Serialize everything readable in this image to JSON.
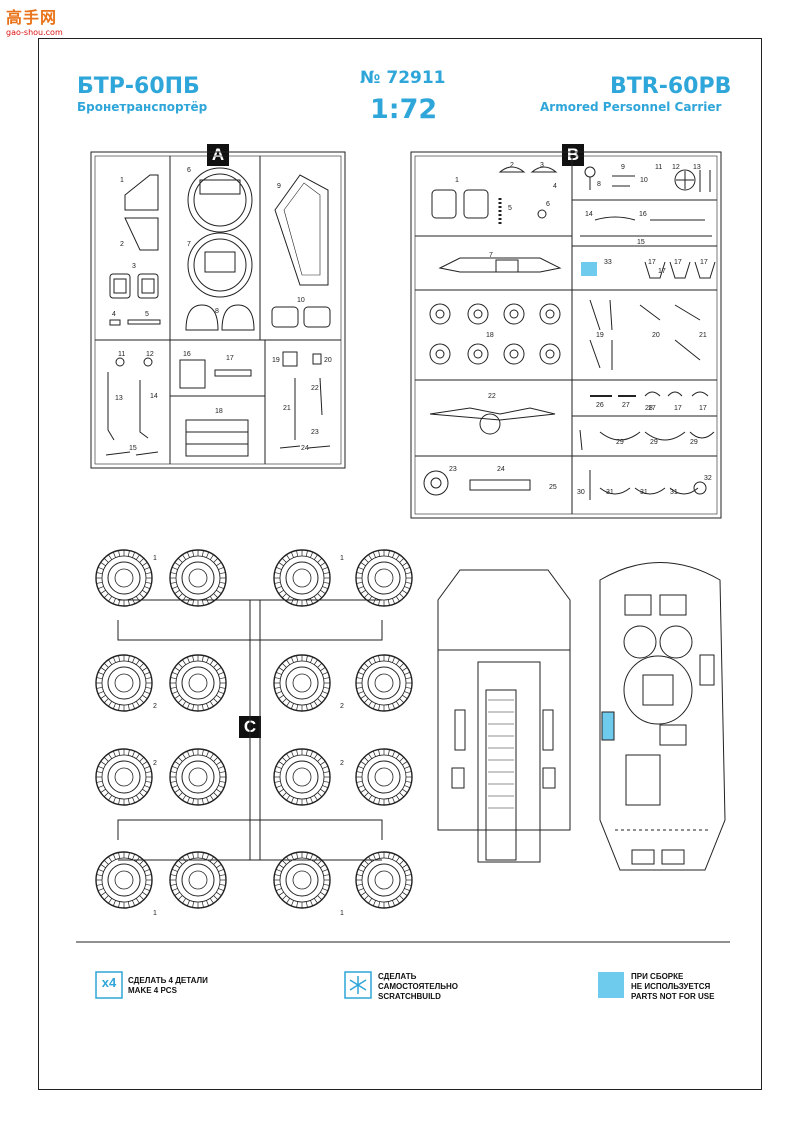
{
  "watermark": {
    "logo_text": "高手网",
    "url_text": "gao-shou.com"
  },
  "header": {
    "title_ru": "БТР-60ПБ",
    "subtitle_ru": "Бронетранспортёр",
    "catalog_no": "№ 72911",
    "scale": "1:72",
    "title_en": "BTR-60PB",
    "subtitle_en": "Armored Personnel Carrier"
  },
  "sprues": {
    "a": {
      "label": "A",
      "part_numbers": [
        "1",
        "2",
        "3",
        "4",
        "5",
        "6",
        "7",
        "8",
        "9",
        "10",
        "11",
        "12",
        "13",
        "14",
        "15",
        "16",
        "17",
        "18",
        "19",
        "20",
        "21",
        "22",
        "23",
        "24"
      ]
    },
    "b": {
      "label": "B",
      "part_numbers": [
        "1",
        "2",
        "3",
        "4",
        "5",
        "6",
        "7",
        "8",
        "9",
        "10",
        "11",
        "12",
        "13",
        "14",
        "15",
        "16",
        "17",
        "18",
        "19",
        "20",
        "21",
        "22",
        "23",
        "24",
        "25",
        "26",
        "27",
        "28",
        "29",
        "30",
        "31",
        "32",
        "33"
      ]
    },
    "c": {
      "label": "C",
      "wheel_numbers": [
        "1",
        "1",
        "2",
        "2",
        "2",
        "2",
        "1",
        "1"
      ]
    }
  },
  "legend": {
    "x4": {
      "badge": "x4",
      "line1": "СДЕЛАТЬ 4 ДЕТАЛИ",
      "line2": "MAKE 4 PCS"
    },
    "scratch": {
      "line1": "СДЕЛАТЬ",
      "line2": "САМОСТОЯТЕЛЬНО",
      "line3": "SCRATCHBUILD"
    },
    "notuse": {
      "line1": "ПРИ СБОРКЕ",
      "line2": "НЕ ИСПОЛЬЗУЕТСЯ",
      "line3": "PARTS NOT FOR USE"
    }
  },
  "colors": {
    "accent_blue": "#2fa6d9",
    "unused_fill": "#6fcbee",
    "ink": "#222222"
  }
}
